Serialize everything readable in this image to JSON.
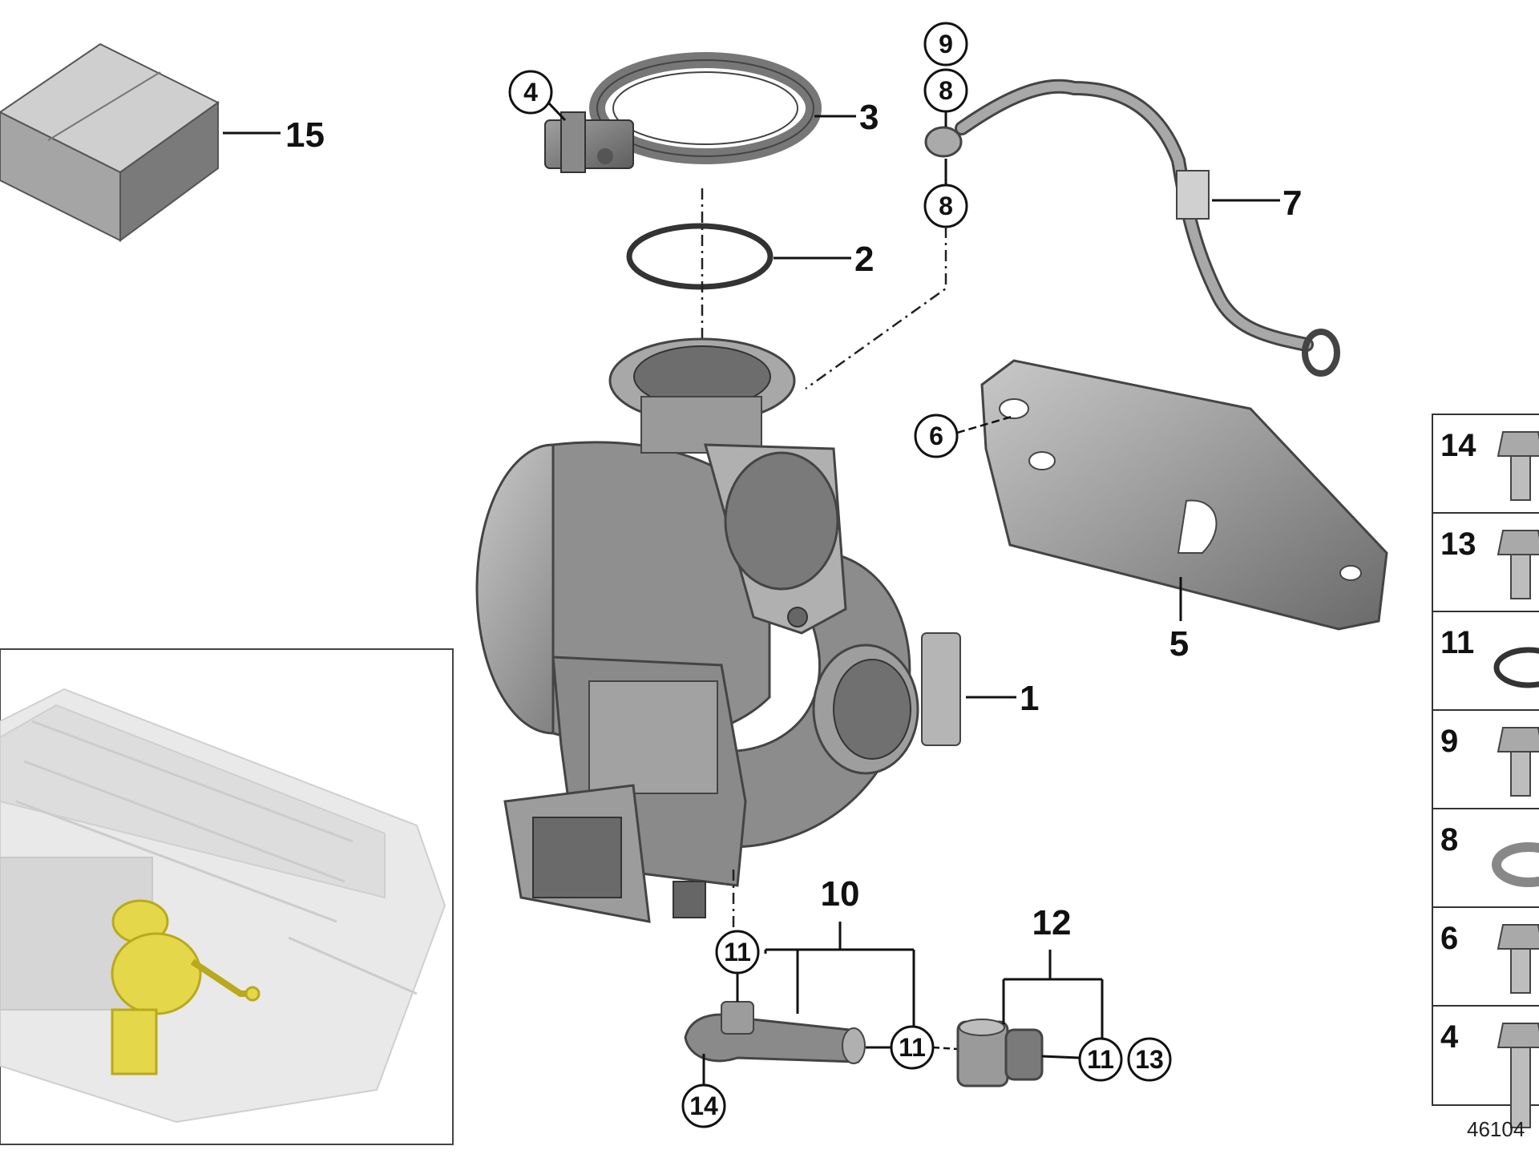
{
  "diagram": {
    "part_labels": {
      "p1": "1",
      "p2": "2",
      "p3": "3",
      "p4": "4",
      "p5": "5",
      "p6": "6",
      "p7": "7",
      "p8_top": "8",
      "p8_bottom": "8",
      "p9": "9",
      "p10": "10",
      "p11_a": "11",
      "p11_b": "11",
      "p11_c": "11",
      "p12": "12",
      "p13": "13",
      "p14": "14",
      "p15": "15"
    },
    "side_table": [
      "14",
      "13",
      "11",
      "9",
      "8",
      "6",
      "4"
    ],
    "document_number": "46104",
    "colors": {
      "part_gray": "#9a9a9a",
      "part_dark": "#6f6f6f",
      "line": "#111111",
      "highlight": "#e4d84a",
      "context_engine": "#e6e6e6"
    }
  }
}
